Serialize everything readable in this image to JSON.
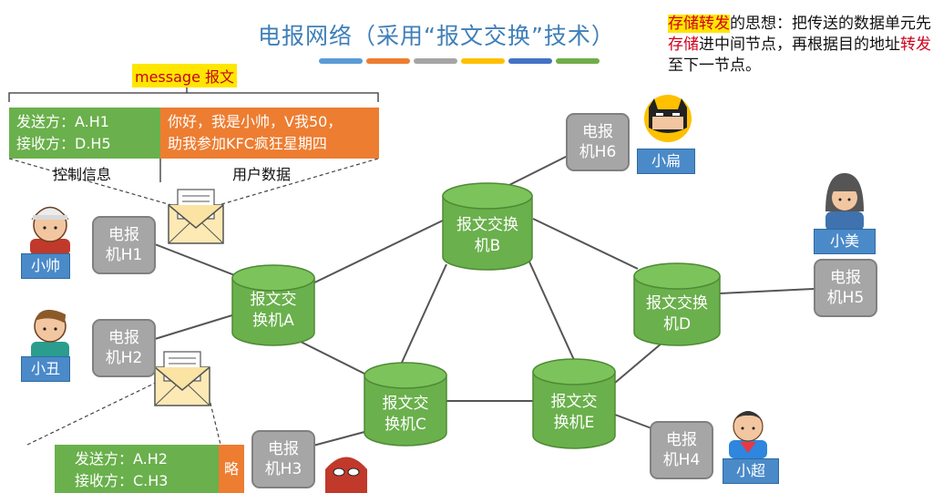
{
  "title": "电报网络（采用“报文交换”技术）",
  "description": {
    "hl": "存储转发",
    "p1": "的思想：把传送的数据单元先",
    "r1": "存储",
    "p2": "进中间节点，再根据目的地址",
    "r2": "转发",
    "p3": "至下一节点。"
  },
  "message_tag": "message 报文",
  "message1": {
    "control": [
      "发送方：A.H1",
      "接收方：D.H5"
    ],
    "user": [
      "你好，我是小帅，V我50，",
      "助我参加KFC疯狂星期四"
    ],
    "control_label": "控制信息",
    "user_label": "用户数据"
  },
  "message2": {
    "control": [
      "发送方：A.H2",
      "接收方：C.H3"
    ],
    "user": "略"
  },
  "switches": {
    "a": [
      "报文交",
      "换机A"
    ],
    "b": [
      "报文交换",
      "机B"
    ],
    "c": [
      "报文交",
      "换机C"
    ],
    "d": [
      "报文交换",
      "机D"
    ],
    "e": [
      "报文交",
      "换机E"
    ]
  },
  "hosts": {
    "h1": [
      "电报",
      "机H1"
    ],
    "h2": [
      "电报",
      "机H2"
    ],
    "h3": [
      "电报",
      "机H3"
    ],
    "h4": [
      "电报",
      "机H4"
    ],
    "h5": [
      "电报",
      "机H5"
    ],
    "h6": [
      "电报",
      "机H6"
    ]
  },
  "people": {
    "xiaoshuai": "小帅",
    "xiaochou": "小丑",
    "xiaobian": "小扁",
    "xiaomei": "小美",
    "xiaochao": "小超"
  },
  "colors": {
    "switch_green": "#6ab04c",
    "host_gray": "#a6a6a6",
    "title_blue": "#3f7fb8",
    "tag_blue": "#4a8ac9",
    "orange": "#ed7d31",
    "highlight": "#ffe600",
    "accent_red": "#d0001c"
  },
  "icons": [
    "envelope-icon",
    "person-avatar-icon",
    "cylinder-switch-icon"
  ]
}
